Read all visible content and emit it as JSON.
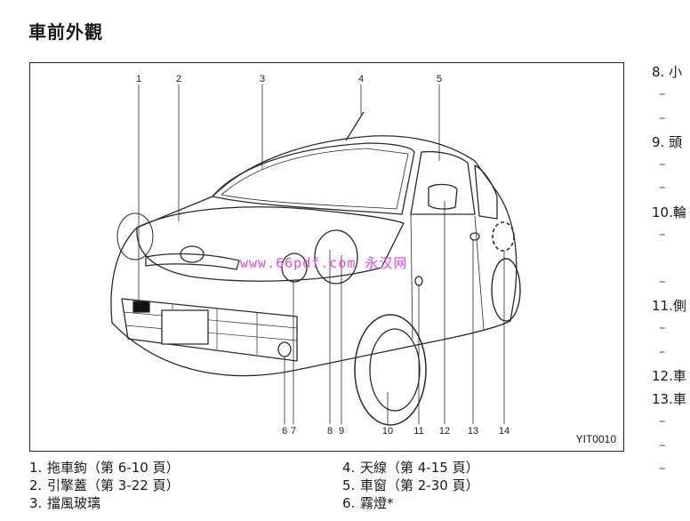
{
  "page": {
    "title": "車前外觀"
  },
  "figure": {
    "code": "YIT0010",
    "watermark": "www.66pdf.com 永汉网",
    "callouts": [
      "1",
      "2",
      "3",
      "4",
      "5",
      "6",
      "7",
      "8",
      "9",
      "10",
      "11",
      "12",
      "13",
      "14"
    ]
  },
  "legend_left": [
    {
      "num": "1.",
      "text": "拖車鉤（第 6-10 頁）"
    },
    {
      "num": "2.",
      "text": "引擎蓋（第 3-22 頁）"
    },
    {
      "num": "3.",
      "text": "擋風玻璃"
    }
  ],
  "legend_mid": [
    {
      "num": "4.",
      "text": "天線（第 4-15 頁）"
    },
    {
      "num": "5.",
      "text": "車窗（第 2-30 頁）"
    },
    {
      "num": "6.",
      "text": "霧燈*"
    }
  ],
  "legend_right": [
    {
      "text": "8. 小",
      "dash": false
    },
    {
      "text": "–",
      "dash": true
    },
    {
      "text": "–",
      "dash": true
    },
    {
      "text": "9. 頭",
      "dash": false
    },
    {
      "text": "–",
      "dash": true
    },
    {
      "text": "–",
      "dash": true
    },
    {
      "text": "10.輪",
      "dash": false
    },
    {
      "text": "–",
      "dash": true
    },
    {
      "text": "",
      "dash": true
    },
    {
      "text": "–",
      "dash": true
    },
    {
      "text": "11.側",
      "dash": false
    },
    {
      "text": "–",
      "dash": true
    },
    {
      "text": "–",
      "dash": true
    },
    {
      "text": "12.車",
      "dash": false
    },
    {
      "text": "13.車",
      "dash": false
    },
    {
      "text": "–",
      "dash": true
    },
    {
      "text": "–",
      "dash": true
    },
    {
      "text": "–",
      "dash": true
    }
  ]
}
